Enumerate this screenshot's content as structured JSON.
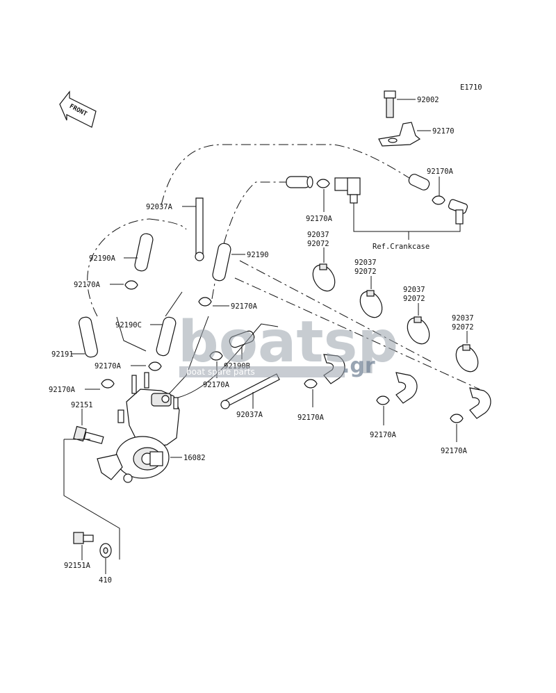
{
  "diagram_code": "E1710",
  "front_label": "FRONT",
  "ref_label": "Ref.Crankcase",
  "watermark": {
    "brand": "boatsp",
    "suffix": ".gr",
    "tagline": "boat spare parts"
  },
  "labels": {
    "p92002": "92002",
    "p92170": "92170",
    "p92170A_top_right": "92170A",
    "p92170A_mid": "92170A",
    "p92037A_top": "92037A",
    "p92190": "92190",
    "p92190A": "92190A",
    "p92170A_left1": "92170A",
    "p92170A_center1": "92170A",
    "p92190C": "92190C",
    "p92191": "92191",
    "p92170A_left2": "92170A",
    "p92170A_left3": "92170A",
    "p92190B": "92190B",
    "p92170A_center2": "92170A",
    "p92151": "92151",
    "p16082": "16082",
    "p92037A_bottom": "92037A",
    "p92170A_b1": "92170A",
    "p92170A_b2": "92170A",
    "p92170A_b3": "92170A",
    "p92151A": "92151A",
    "p410": "410",
    "clamp1_a": "92037",
    "clamp1_b": "92072",
    "clamp2_a": "92037",
    "clamp2_b": "92072",
    "clamp3_a": "92037",
    "clamp3_b": "92072",
    "clamp4_a": "92037",
    "clamp4_b": "92072"
  }
}
